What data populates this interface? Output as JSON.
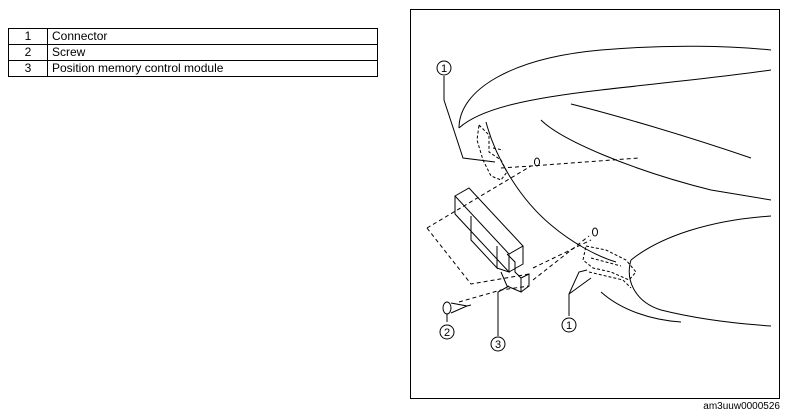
{
  "legend": [
    {
      "num": "1",
      "label": "Connector"
    },
    {
      "num": "2",
      "label": "Screw"
    },
    {
      "num": "3",
      "label": "Position memory control module"
    }
  ],
  "figure": {
    "callouts": {
      "connector_top": "1",
      "connector_bottom": "1",
      "screw": "2",
      "module": "3"
    },
    "code": "am3uuw0000526"
  }
}
